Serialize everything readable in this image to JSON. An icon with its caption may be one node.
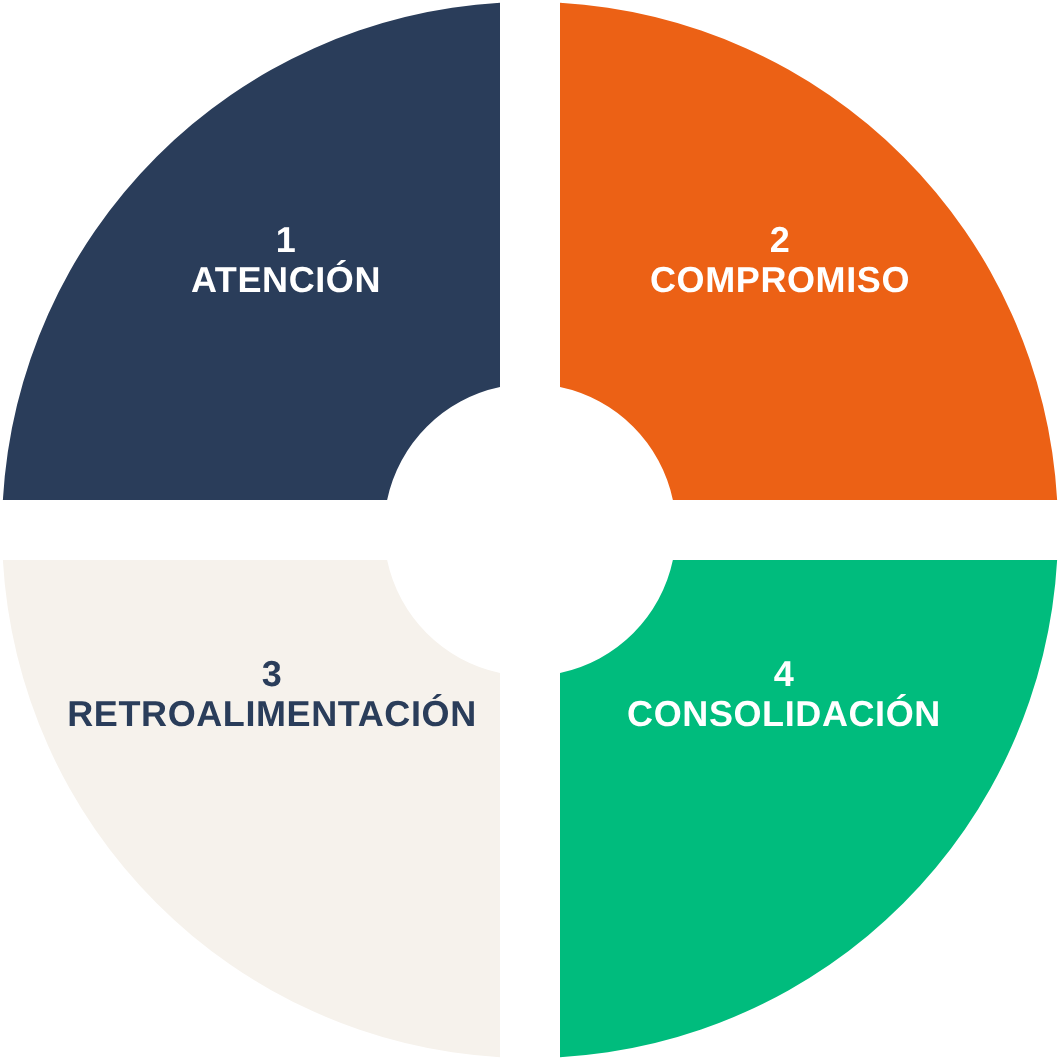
{
  "diagram": {
    "nodes": [
      {
        "text": [
          "1",
          "ATENCIÓN"
        ]
      },
      {
        "text": [
          "2",
          "COMPROMISO"
        ]
      },
      {
        "text": [
          "3",
          "RETROALIMENTACIÓN"
        ]
      },
      {
        "text": [
          "4",
          "CONSOLIDACIÓN"
        ]
      }
    ]
  }
}
